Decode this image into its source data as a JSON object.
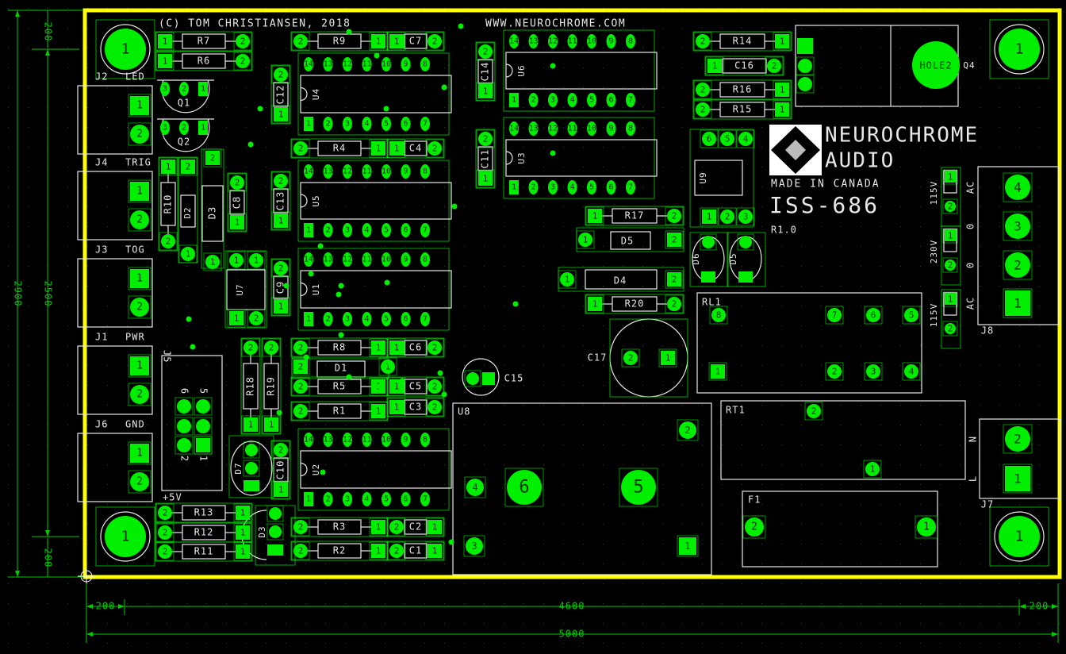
{
  "colors": {
    "background": "#000000",
    "outline": "#ffff00",
    "silk": "#e8e8e8",
    "copper": "#00ee00",
    "dimension": "#00cc00",
    "grid": "#3a3a3a"
  },
  "header": {
    "copyright": "(C) TOM CHRISTIANSEN, 2018",
    "url": "WWW.NEUROCHROME.COM"
  },
  "logo": {
    "line1": "NEUROCHROME",
    "line2": "AUDIO",
    "made_in": "MADE IN CANADA",
    "product": "ISS-686",
    "revision": "R1.0"
  },
  "connectors": {
    "j2": {
      "ref": "J2",
      "label": "LED"
    },
    "j4": {
      "ref": "J4",
      "label": "TRIG"
    },
    "j3": {
      "ref": "J3",
      "label": "TOG"
    },
    "j1": {
      "ref": "J1",
      "label": "PWR"
    },
    "j6": {
      "ref": "J6",
      "label": "GND"
    },
    "j5": {
      "ref": "J5",
      "label": "+5V",
      "pin_hi": "6",
      "pin_lo": "5",
      "pin2": "2",
      "pin1": "1"
    },
    "j8": {
      "ref": "J8",
      "labels": [
        "AC",
        "0",
        "0",
        "AC"
      ]
    },
    "j7": {
      "ref": "J7",
      "labels": [
        "N",
        "L"
      ]
    }
  },
  "voltage_labels": [
    "115V",
    "230V",
    "115V"
  ],
  "dimensions": {
    "height_total": "2900",
    "height_inner": "2500",
    "offset_top": "200",
    "offset_bottom": "200",
    "width_inner": "4600",
    "width_total": "5000",
    "offset_left": "200",
    "offset_right": "200"
  },
  "parts": {
    "R7": "R7",
    "R6": "R6",
    "R9": "R9",
    "C7": "C7",
    "C12": "C12",
    "U4": "U4",
    "R4": "R4",
    "C4": "C4",
    "C13": "C13",
    "U5": "U5",
    "C9": "C9",
    "U1": "U1",
    "U7": "U7",
    "C8": "C8",
    "R10": "R10",
    "D2": "D2",
    "D3": "D3",
    "Q1": "Q1",
    "Q2": "Q2",
    "C14": "C14",
    "U6": "U6",
    "C11": "C11",
    "U3": "U3",
    "R14": "R14",
    "C16": "C16",
    "R16": "R16",
    "R15": "R15",
    "Q4": "Q4",
    "HOLE2": "HOLE2",
    "U9": "U9",
    "R17": "R17",
    "D5": "D5",
    "D4": "D4",
    "R20": "R20",
    "D6": "D6",
    "D8": "D5",
    "RL1": "RL1",
    "C17": "C17",
    "C15": "C15",
    "R8": "R8",
    "C6": "C6",
    "D1": "D1",
    "R5": "R5",
    "C5": "C5",
    "R1": "R1",
    "C3": "C3",
    "R18": "R18",
    "R19": "R19",
    "D7": "D7",
    "C10": "C10",
    "U2": "U2",
    "R3": "R3",
    "C2": "C2",
    "R2": "R2",
    "C1": "C1",
    "D3b": "D3",
    "R13": "R13",
    "R12": "R12",
    "R11": "R11",
    "U8": "U8",
    "RT1": "RT1",
    "F1": "F1"
  }
}
